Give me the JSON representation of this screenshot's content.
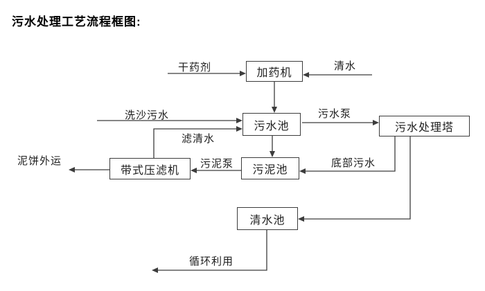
{
  "title": "污水处理工艺流程框图:",
  "diagram": {
    "type": "flowchart",
    "nodes": [
      {
        "id": "dosing-machine",
        "label": "加药机"
      },
      {
        "id": "sewage-pool",
        "label": "污水池"
      },
      {
        "id": "sewage-treatment-tower",
        "label": "污水处理塔"
      },
      {
        "id": "sludge-pool",
        "label": "污泥池"
      },
      {
        "id": "belt-filter-press",
        "label": "带式压滤机"
      },
      {
        "id": "clean-water-pool",
        "label": "清水池"
      }
    ],
    "flow_labels": [
      {
        "id": "dry-agent",
        "label": "干药剂",
        "edge": "external → 加药机"
      },
      {
        "id": "clean-water",
        "label": "清水",
        "edge": "external → 加药机"
      },
      {
        "id": "sand-washing-sewage",
        "label": "洗沙污水",
        "edge": "external → 污水池"
      },
      {
        "id": "filtered-water",
        "label": "滤清水",
        "edge": "带式压滤机 → 污水池"
      },
      {
        "id": "sewage-pump",
        "label": "污水泵",
        "edge": "污水池 → 污水处理塔"
      },
      {
        "id": "bottom-sewage",
        "label": "底部污水",
        "edge": "污水处理塔 → 污泥池"
      },
      {
        "id": "sludge-pump",
        "label": "污泥泵",
        "edge": "污泥池 → 带式压滤机"
      },
      {
        "id": "mud-cake-out",
        "label": "泥饼外运",
        "edge": "带式压滤机 → external"
      },
      {
        "id": "recycle-use",
        "label": "循环利用",
        "edge": "清水池 → external"
      }
    ],
    "unlabeled_edges": [
      "加药机 → 污水池",
      "污水池 → 污泥池",
      "污水处理塔 → 清水池"
    ],
    "colors": {
      "background": "#ffffff",
      "line": "#3c3c3c",
      "box_border": "#3c3c3c",
      "box_fill": "#ffffff",
      "text": "#1e1e1e"
    }
  }
}
